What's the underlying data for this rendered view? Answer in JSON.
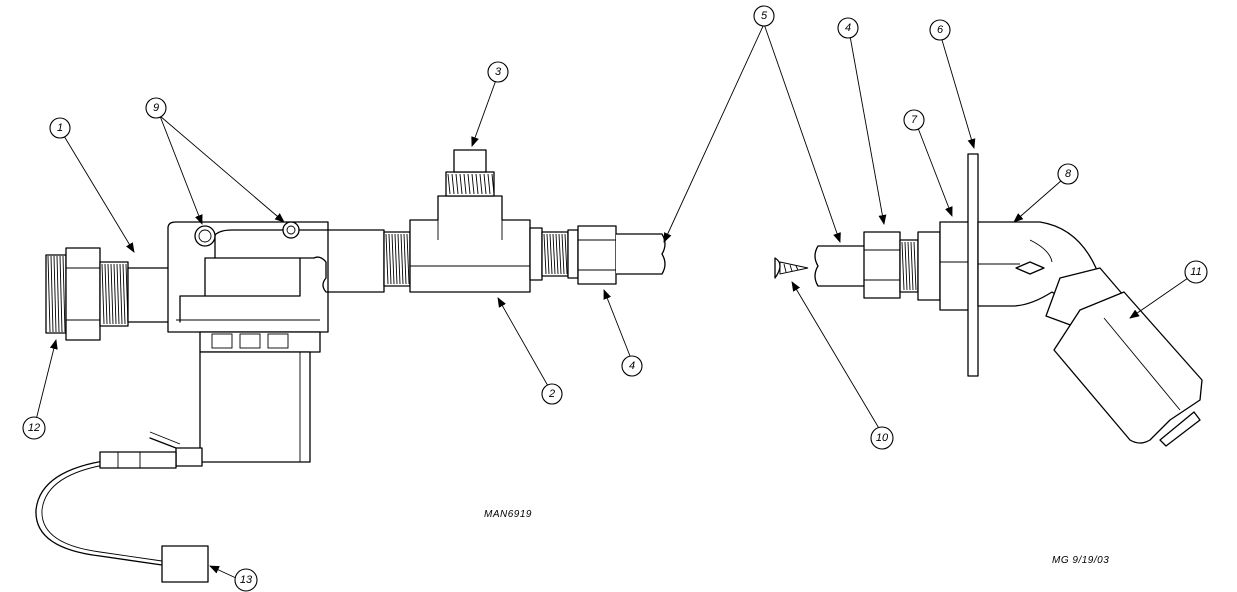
{
  "balloons": [
    "1",
    "2",
    "3",
    "4",
    "5",
    "6",
    "7",
    "8",
    "9",
    "10",
    "11",
    "12",
    "13"
  ],
  "drawing_number": "MAN6919",
  "signature": "MG 9/19/03"
}
